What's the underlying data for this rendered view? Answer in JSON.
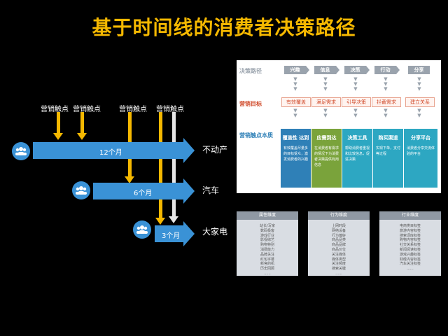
{
  "title": "基于时间线的消费者决策路径",
  "touchpoint_label": "营销触点",
  "timelines": [
    {
      "duration": "12个月",
      "target": "不动产"
    },
    {
      "duration": "6个月",
      "target": "汽车"
    },
    {
      "duration": "3个月",
      "target": "大家电"
    }
  ],
  "colors": {
    "accent": "#f5b800",
    "arrow": "#3a92d6",
    "white_line": "#e6e6e6"
  },
  "panel": {
    "row_labels": {
      "path": "决策路径",
      "goal": "营销目标",
      "essence": "营销触点本质"
    },
    "stages": [
      "兴趣",
      "信息",
      "决策",
      "行动",
      "分享"
    ],
    "goals": [
      "有效覆盖",
      "满足需求",
      "引导决策",
      "拦截需求",
      "建立关系"
    ],
    "columns": [
      {
        "head": "覆盖性\n达到",
        "body": "有效覆盖尽量多的目标受众，激发消费者的兴趣",
        "color": "#2f80b7"
      },
      {
        "head": "应需到达",
        "body": "在消费者有需求的情况下为消费者决策提供有用信息",
        "color": "#7aa33b"
      },
      {
        "head": "决策工具",
        "body": "帮助消费者重视和比较信息，促进决策",
        "color": "#2da7c2"
      },
      {
        "head": "购买渠道",
        "body": "实现下单，支付等过程",
        "color": "#2da7c2"
      },
      {
        "head": "分享平台",
        "body": "消费者分享交流体验的平台",
        "color": "#2da7c2"
      }
    ]
  },
  "cards": [
    {
      "title": "属性维度",
      "lines": [
        "站长/写家",
        "数码极客",
        "游戏行业",
        "影视综艺",
        "购物特别",
        "消费能力",
        "品牌关注",
        "红包字幕",
        "新官的机",
        "历史回顾",
        "......"
      ]
    },
    {
      "title": "行为维度",
      "lines": [
        "上网时段",
        "网络设备",
        "行为偏好",
        "商品品类",
        "商品品牌",
        "商品价位",
        "关注媒体",
        "媒体类型",
        "关注频度",
        "搜索关键",
        "......"
      ]
    },
    {
      "title": "行业维度",
      "lines": [
        "电商类目标签",
        "旅游内容标签",
        "搜索词库标签",
        "购物内容标签",
        "社交关系标签",
        "新闻阅读标签",
        "游戏兴趣标签",
        "财经内容标签",
        "汽车关注标签",
        "......"
      ]
    }
  ]
}
